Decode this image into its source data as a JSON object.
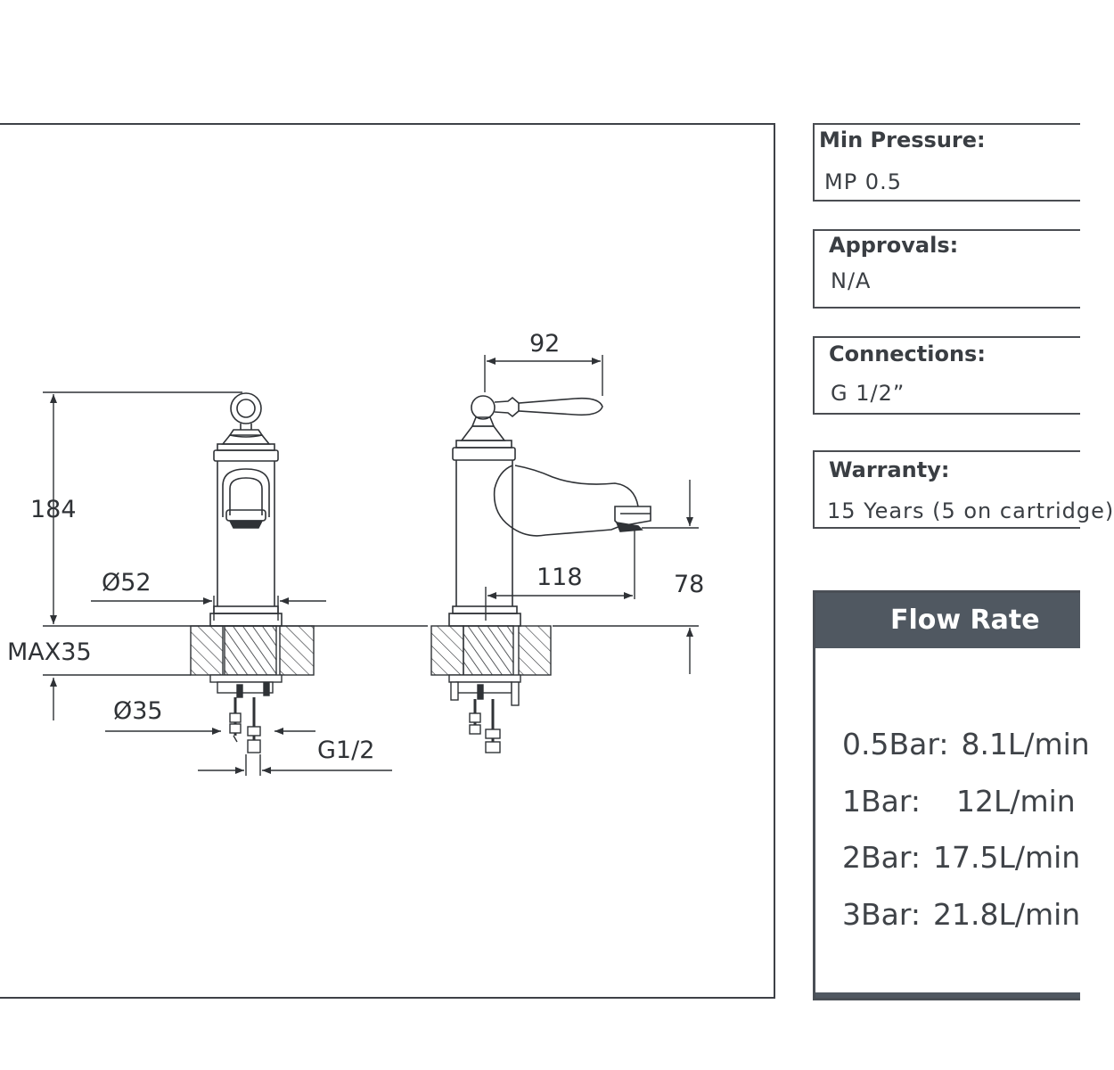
{
  "drawing": {
    "dimensions": {
      "overall_height": "184",
      "body_diameter": "Ø52",
      "max_thickness": "MAX35",
      "hole_diameter": "Ø35",
      "connection_thread": "G1/2",
      "lever_reach": "92",
      "spout_reach": "118",
      "spout_height": "78"
    }
  },
  "specs": [
    {
      "label": "Min Pressure:",
      "value": "MP 0.5"
    },
    {
      "label": "Approvals:",
      "value": "N/A"
    },
    {
      "label": "Connections:",
      "value": "G 1/2”"
    },
    {
      "label": "Warranty:",
      "value": "15 Years (5 on cartridge)"
    }
  ],
  "flow_rate": {
    "title": "Flow Rate",
    "rows": [
      {
        "pressure": "0.5Bar:",
        "rate": "8.1L/min"
      },
      {
        "pressure": "1Bar:",
        "rate": "12L/min"
      },
      {
        "pressure": "2Bar:",
        "rate": "17.5L/min"
      },
      {
        "pressure": "3Bar:",
        "rate": "21.8L/min"
      }
    ]
  },
  "colors": {
    "line": "#2f3236",
    "panel_header": "#505861",
    "border": "#4a4d52"
  }
}
